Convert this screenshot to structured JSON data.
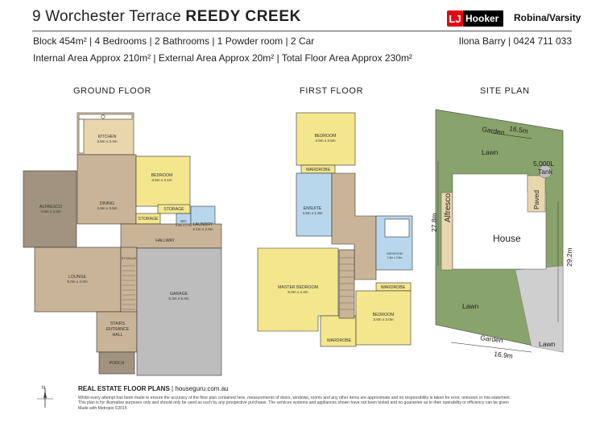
{
  "header": {
    "address": "9 Worchester Terrace",
    "suburb": "REEDY CREEK",
    "brand_mark": "LJ",
    "brand_name": "Hooker",
    "office": "Robina/Varsity",
    "specs": "Block 454m² | 4 Bedrooms | 2 Bathrooms | 1 Powder room | 2 Car",
    "agent": "Ilona Barry | 0424 711 033",
    "areas": "Internal Area Approx 210m² | External Area Approx 20m² | Total Floor Area Approx 230m²"
  },
  "sections": {
    "ground": "GROUND FLOOR",
    "first": "FIRST FLOOR",
    "site": "SITE PLAN"
  },
  "ground_floor": {
    "kitchen": "KITCHEN",
    "kitchen_dim": "3.5m x 3.4m",
    "bedroom": "BEDROOM",
    "bedroom_dim": "3.5m x 3.1m",
    "storage1": "STORAGE",
    "storage2": "STORAGE",
    "storage3": "STORAGE",
    "alfresco": "ALFRESCO",
    "alfresco_dim": "4.6m x 3.2m",
    "dining": "DINING",
    "dining_dim": "4.6m x 3.5m",
    "wc": "WC",
    "wc_dim": "0.9m x 1.7m",
    "laundry": "LAUNDRY",
    "laundry_dim": "2.1m x 2.0m",
    "hallway": "HALLWAY",
    "lounge": "LOUNGE",
    "lounge_dim": "5.0m x 4.4m",
    "garage": "GARAGE",
    "garage_dim": "5.4m x 5.4m",
    "stairs": "STAIRS",
    "entrance": "ENTRANCE",
    "hall": "HALL",
    "porch": "PORCH"
  },
  "first_floor": {
    "bedroom1": "BEDROOM",
    "bedroom1_dim": "3.5m x 3.5m",
    "wardrobe1": "WARDROBE",
    "ensuite": "ENSUITE",
    "ensuite_dim": "4.6m x 1.9m",
    "bathroom": "BATHROOM",
    "bathroom_dim": "2.5m x 2.5m",
    "wardrobe2": "WARDROBE",
    "master": "MASTER BEDROOM",
    "master_dim": "5.0m x 4.4m",
    "bedroom2": "BEDROOM",
    "bedroom2_dim": "3.6m x 3.0m",
    "wardrobe3": "WARDROBE"
  },
  "site_plan": {
    "garden_top": "Garden",
    "dim_top": "16.5m",
    "lawn1": "Lawn",
    "tank": "5,000L",
    "tank2": "Tank",
    "paved": "Paved",
    "alfresco": "Alfresco",
    "house": "House",
    "dim_left": "27.8m",
    "dim_right": "29.2m",
    "lawn2": "Lawn",
    "lawn3": "Lawn",
    "garden_bottom": "Garden",
    "dim_bottom": "16.9m"
  },
  "footer": {
    "brand": "REAL ESTATE FLOOR PLANS",
    "site": "houseguru.com.au",
    "compass": "N",
    "disclaimer_1": "Whilst every attempt has been made to ensure the accuracy of the floor plan contained here, measurements of doors, windows, rooms and any other items are approximate and no responsibility is taken for error, omission or mis-statement.",
    "disclaimer_2": "This plan is for illustrative purposes only and should only be used as such by any prospective purchaser. The services systems and appliances shown have not been tested and no guarantee as to their operability or efficiency can be given",
    "disclaimer_3": "Made with Metropix ©2015"
  },
  "colors": {
    "yellow": "#f3e68d",
    "blue": "#b8d6ec",
    "tan": "#e8d6ad",
    "wood": "#c9b497",
    "grey": "#bdbdbd",
    "alfresco": "#a1937f",
    "lawn": "#88a36b",
    "brand_red": "#e30613"
  }
}
